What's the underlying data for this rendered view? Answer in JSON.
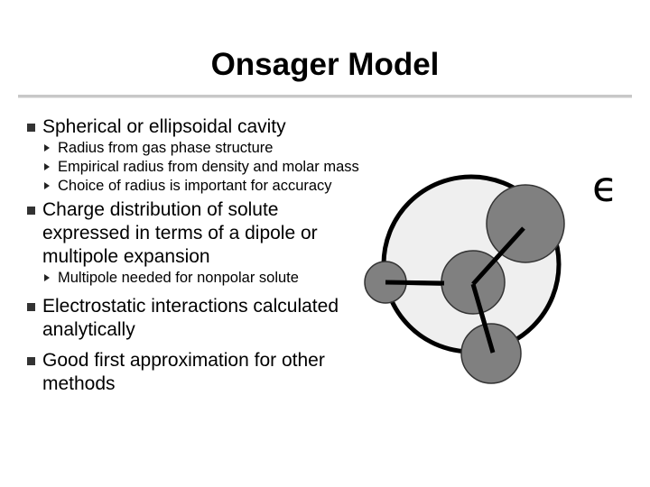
{
  "slide": {
    "title": "Onsager Model",
    "bullets": [
      {
        "text": "Spherical or ellipsoidal cavity",
        "sub": [
          "Radius from gas phase structure",
          "Empirical radius from density and molar mass",
          "Choice of radius is important for accuracy"
        ]
      },
      {
        "text": "Charge distribution of solute expressed in terms of a dipole or multipole expansion",
        "sub": [
          "Multipole needed for nonpolar solute"
        ]
      },
      {
        "text": "Electrostatic interactions calculated analytically",
        "sub": []
      },
      {
        "text": "Good first approximation for other methods",
        "sub": []
      }
    ],
    "figure": {
      "epsilon_symbol": "ϵ",
      "cavity_fill": "#efefef",
      "atom_fill": "#808080"
    }
  }
}
